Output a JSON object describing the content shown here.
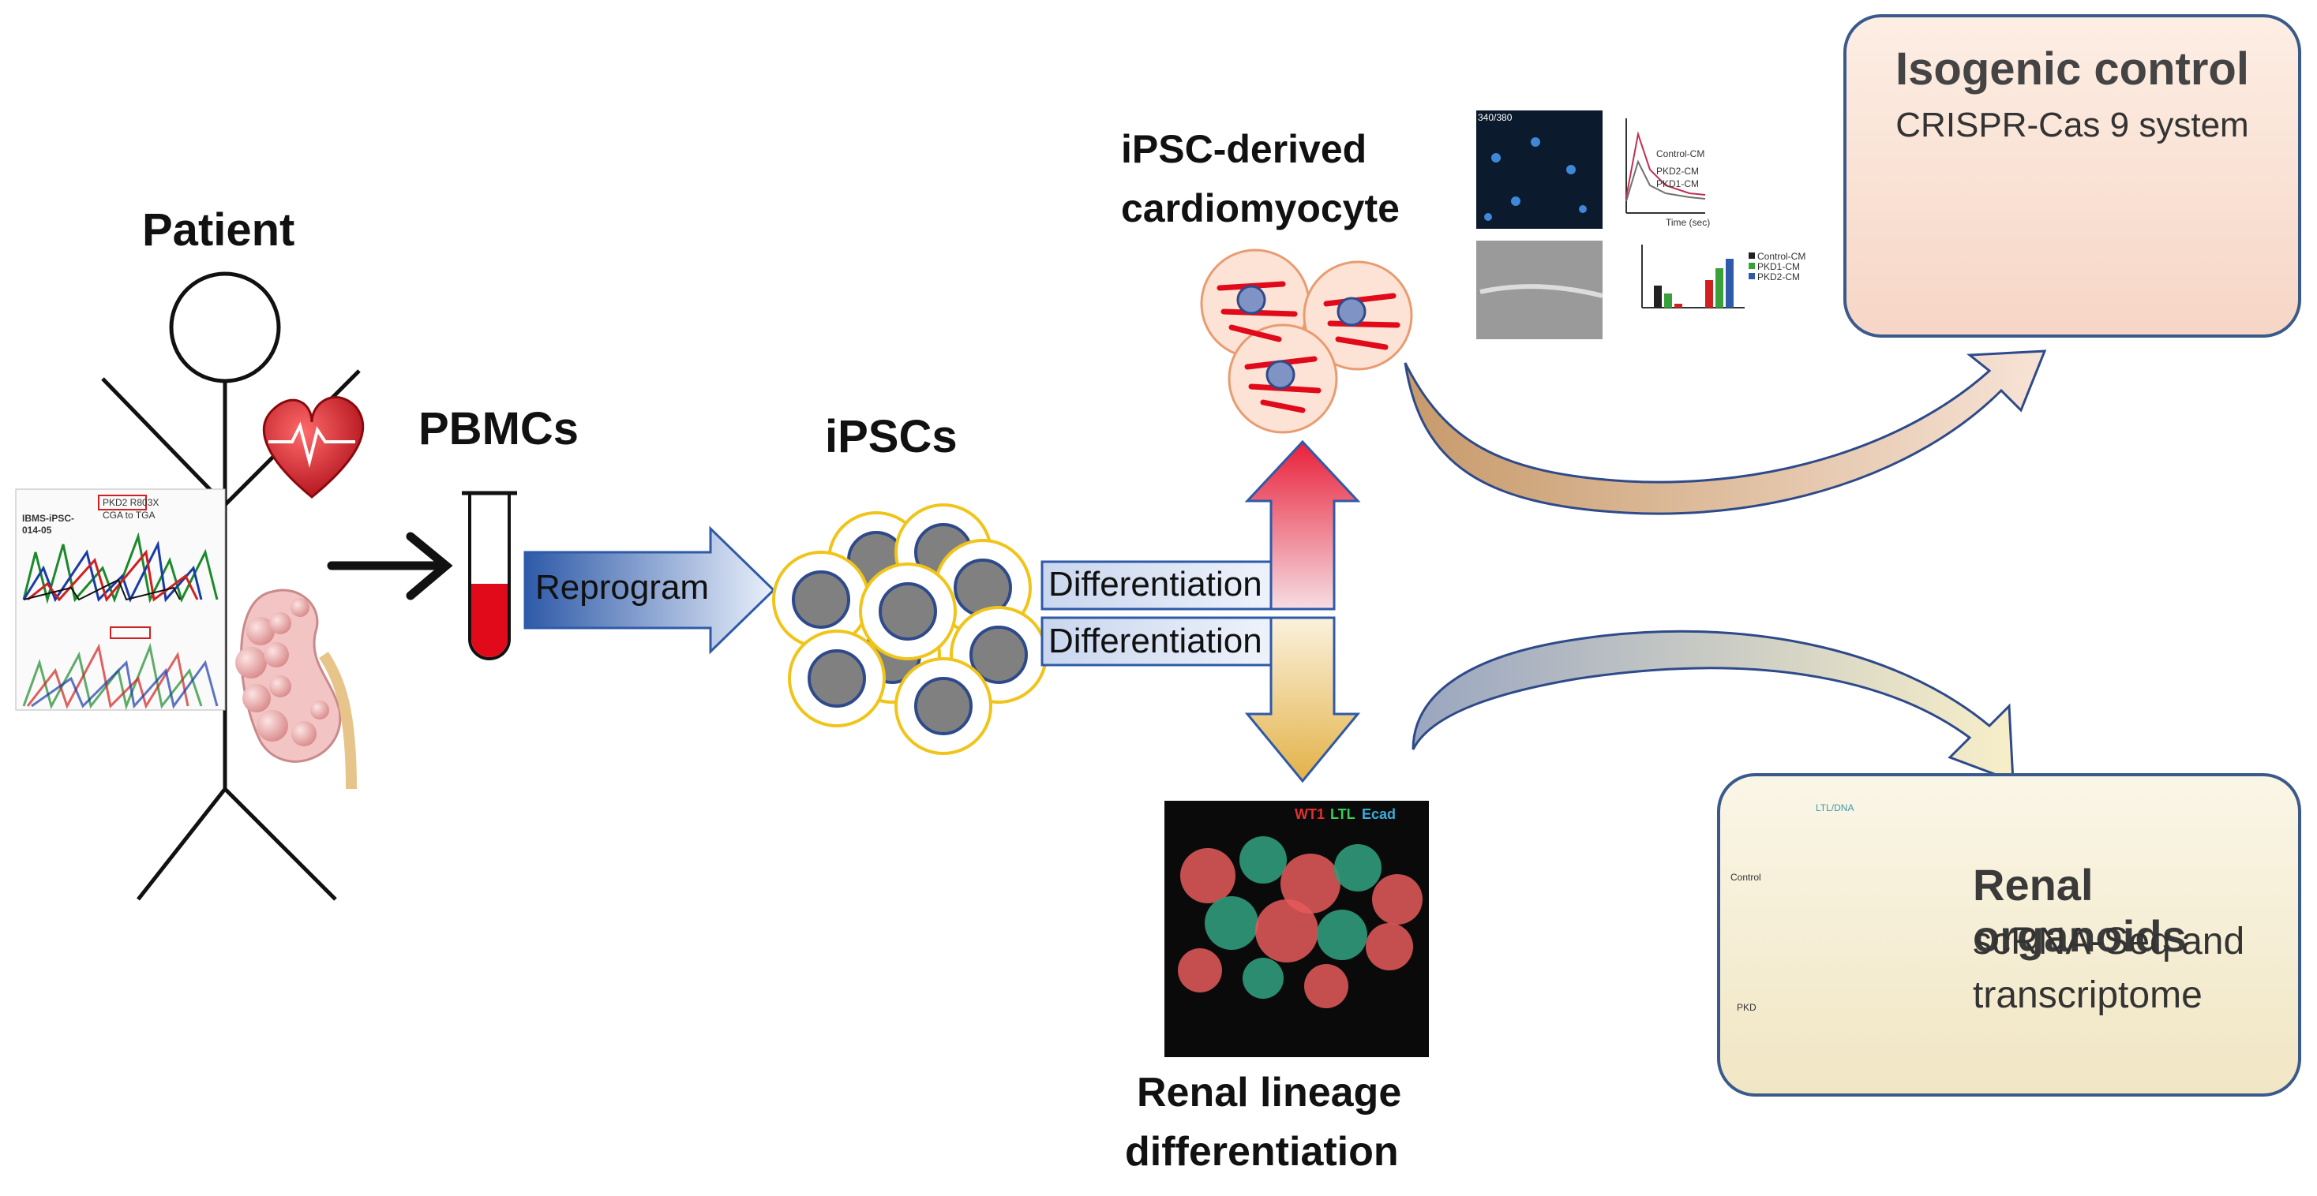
{
  "labels": {
    "patient": "Patient",
    "pbmcs": "PBMCs",
    "ipscs": "iPSCs",
    "cardio_line1": "iPSC-derived",
    "cardio_line2": "cardiomyocyte",
    "renal_line1": "Renal lineage",
    "renal_line2": "differentiation"
  },
  "arrows": {
    "reprogram": "Reprogram",
    "diff_up": "Differentiation",
    "diff_down": "Differentiation"
  },
  "isogenic": {
    "title": "Isogenic control",
    "subtitle": "CRISPR-Cas 9 system"
  },
  "organoids": {
    "title": "Renal organoids",
    "line1": "scRNA-Seq and",
    "line2": "transcriptome",
    "panel_header": "LTL/DNA",
    "row1": "Control",
    "row2": "PKD"
  },
  "sequencing": {
    "sample_id_1": "IBMS-iPSC-",
    "sample_id_2": "014-05",
    "mutation_1": "PKD2 R803X",
    "mutation_2": "CGA to TGA"
  },
  "renal_image_labels": {
    "wt1": "WT1",
    "ltl": "LTL",
    "ecad": "Ecad"
  },
  "cardio_panels": {
    "ratio_label": "340/380",
    "line_legend": [
      "Control-CM",
      "PKD2-CM",
      "PKD1-CM"
    ],
    "line_xlabel": "Time (sec)",
    "bar_legend": [
      "Control-CM",
      "PKD1-CM",
      "PKD2-CM"
    ]
  },
  "colors": {
    "box_border": "#3b5a8c",
    "isogenic_bg": "#f8e0d2",
    "organoid_bg": "#f4ead0",
    "arrow_blue": "#2e5aa8",
    "arrow_red": "#e8203a",
    "arrow_gold": "#e3b248",
    "cell_fill": "#808080",
    "cell_ring": "#f0c419"
  },
  "icons": [
    "stick-figure-icon",
    "heart-ecg-icon",
    "kidney-icon",
    "blood-tube-icon",
    "cardiomyocyte-cell-icon",
    "ipsc-cell-icon"
  ]
}
